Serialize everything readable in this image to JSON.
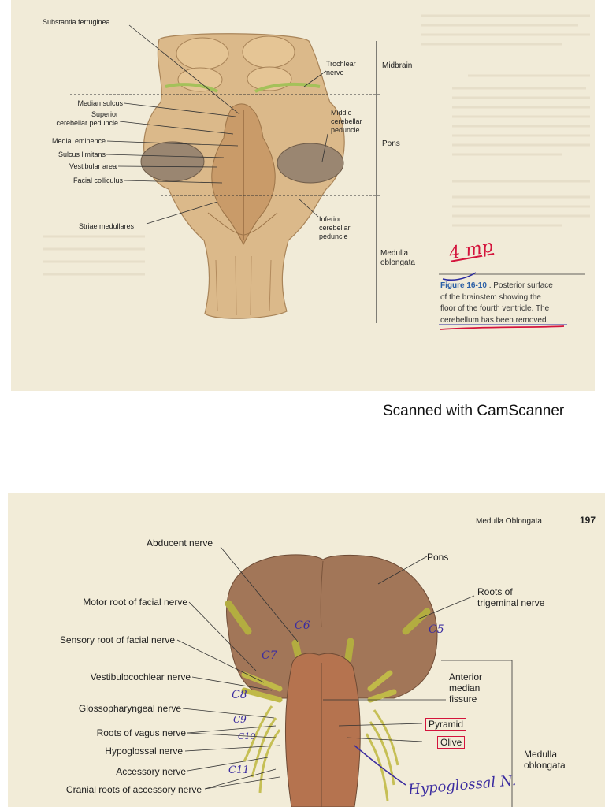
{
  "top_figure": {
    "labels": {
      "substantia": "Substantia ferruginea",
      "trochlear": "Trochlear\nnerve",
      "midbrain": "Midbrain",
      "median_sulcus": "Median sulcus",
      "superior_peduncle": "Superior\ncerebellar peduncle",
      "middle_peduncle": "Middle\ncerebellar\npeduncle",
      "pons": "Pons",
      "medial_eminence": "Medial eminence",
      "sulcus_limitans": "Sulcus limitans",
      "vestibular_area": "Vestibular area",
      "facial_colliculus": "Facial colliculus",
      "striae": "Striae medullares",
      "inferior_peduncle": "Inferior\ncerebellar\npeduncle",
      "medulla": "Medulla\noblongata"
    },
    "handwriting": {
      "imp": "4 mp"
    },
    "caption": {
      "figure_number": "Figure 16-10",
      "line1": ". Posterior surface",
      "line2": "of the brainstem showing the",
      "line3": "floor of the fourth ventricle. The",
      "line4": "cerebellum has been removed."
    }
  },
  "scanner_caption": "Scanned with CamScanner",
  "bottom_figure": {
    "header": {
      "title": "Medulla Oblongata",
      "page": "197"
    },
    "labels": {
      "abducent": "Abducent nerve",
      "pons": "Pons",
      "motor_facial": "Motor root of facial nerve",
      "trigeminal": "Roots of\ntrigeminal nerve",
      "sensory_facial": "Sensory root of facial nerve",
      "vestibulocochlear": "Vestibulocochlear nerve",
      "anterior_median": "Anterior\nmedian\nfissure",
      "glossopharyngeal": "Glossopharyngeal nerve",
      "pyramid": "Pyramid",
      "vagus": "Roots of vagus nerve",
      "olive": "Olive",
      "hypoglossal": "Hypoglossal nerve",
      "medulla": "Medulla\noblongata",
      "accessory": "Accessory nerve",
      "cranial_accessory": "Cranial roots of accessory nerve"
    },
    "handwriting": {
      "c5": "C5",
      "c6": "C6",
      "c7": "C7",
      "c8": "C8",
      "c9": "C9",
      "c10": "C10",
      "c11": "C11",
      "hypoglossal_note": "Hypoglossal N."
    }
  }
}
